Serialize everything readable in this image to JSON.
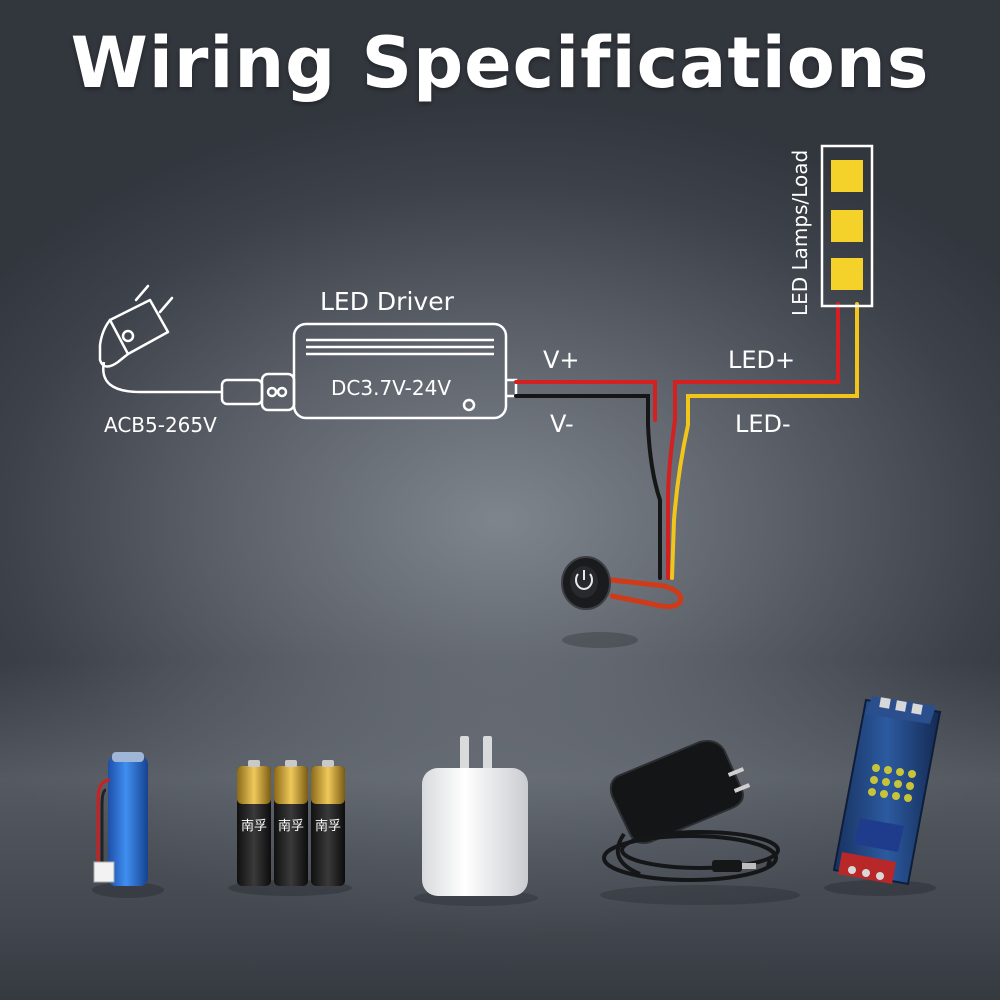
{
  "title": "Wiring Specifications",
  "diagram": {
    "driver_label": "LED Driver",
    "driver_voltage": "DC3.7V-24V",
    "ac_input": "ACB5-265V",
    "v_plus": "V+",
    "v_minus": "V-",
    "led_plus": "LED+",
    "led_minus": "LED-",
    "load_label": "LED Lamps/Load",
    "pm_icons": [
      "plug-icon",
      "switch-icon"
    ]
  },
  "products": {
    "battery_label": "南孚"
  },
  "colors": {
    "wire_positive": "#d42020",
    "wire_negative": "#161616",
    "wire_led_negative": "#f2c51b",
    "led_chip": "#f5d22a",
    "outline": "#ffffff"
  }
}
